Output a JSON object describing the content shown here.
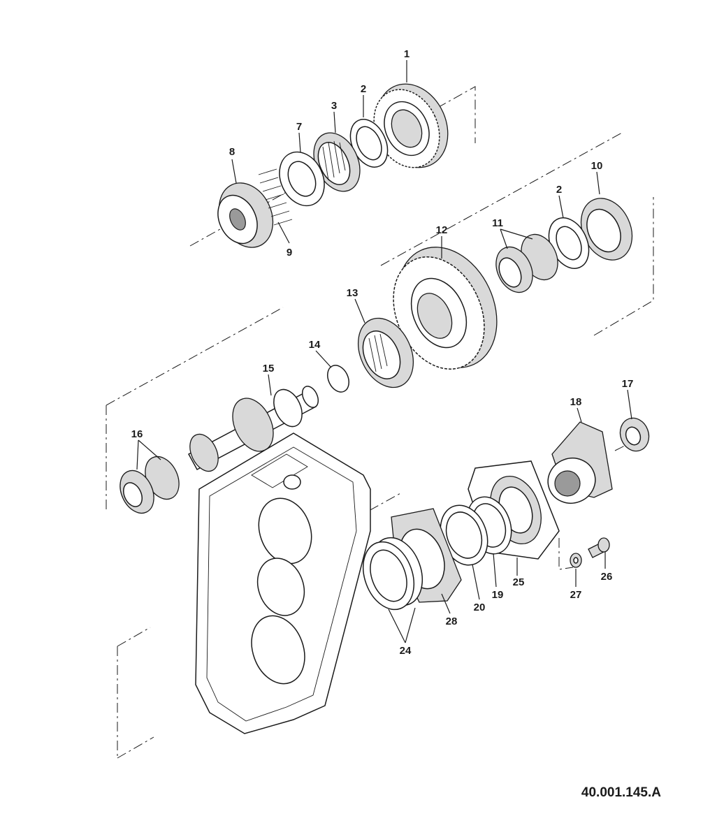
{
  "diagram": {
    "reference_code": "40.001.145.A",
    "callouts": [
      {
        "id": "c1",
        "label": "1"
      },
      {
        "id": "c2a",
        "label": "2"
      },
      {
        "id": "c3",
        "label": "3"
      },
      {
        "id": "c7",
        "label": "7"
      },
      {
        "id": "c8",
        "label": "8"
      },
      {
        "id": "c9",
        "label": "9"
      },
      {
        "id": "c10",
        "label": "10"
      },
      {
        "id": "c2b",
        "label": "2"
      },
      {
        "id": "c11",
        "label": "11"
      },
      {
        "id": "c12",
        "label": "12"
      },
      {
        "id": "c13",
        "label": "13"
      },
      {
        "id": "c14",
        "label": "14"
      },
      {
        "id": "c15",
        "label": "15"
      },
      {
        "id": "c16",
        "label": "16"
      },
      {
        "id": "c17",
        "label": "17"
      },
      {
        "id": "c18",
        "label": "18"
      },
      {
        "id": "c24",
        "label": "24"
      },
      {
        "id": "c28",
        "label": "28"
      },
      {
        "id": "c20",
        "label": "20"
      },
      {
        "id": "c19",
        "label": "19"
      },
      {
        "id": "c25",
        "label": "25"
      },
      {
        "id": "c27",
        "label": "27"
      },
      {
        "id": "c26",
        "label": "26"
      }
    ]
  }
}
